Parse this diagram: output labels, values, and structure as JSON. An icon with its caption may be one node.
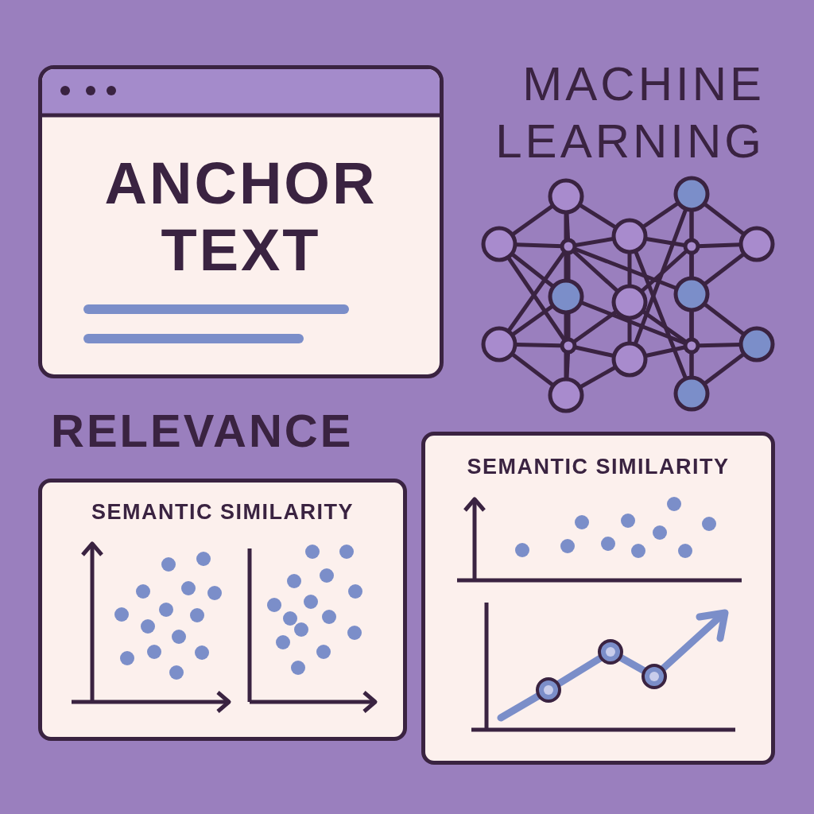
{
  "diagram": {
    "nodes": [
      {
        "text": [
          "ANCHOR TEXT"
        ]
      },
      {
        "text": [
          "SEMANTIC SIMILARITY"
        ]
      },
      {
        "text": [
          "SEMANTIC SIMILARITY"
        ]
      }
    ],
    "labels": [
      "MACHINE LEARNING",
      "RELEVANCE"
    ]
  }
}
